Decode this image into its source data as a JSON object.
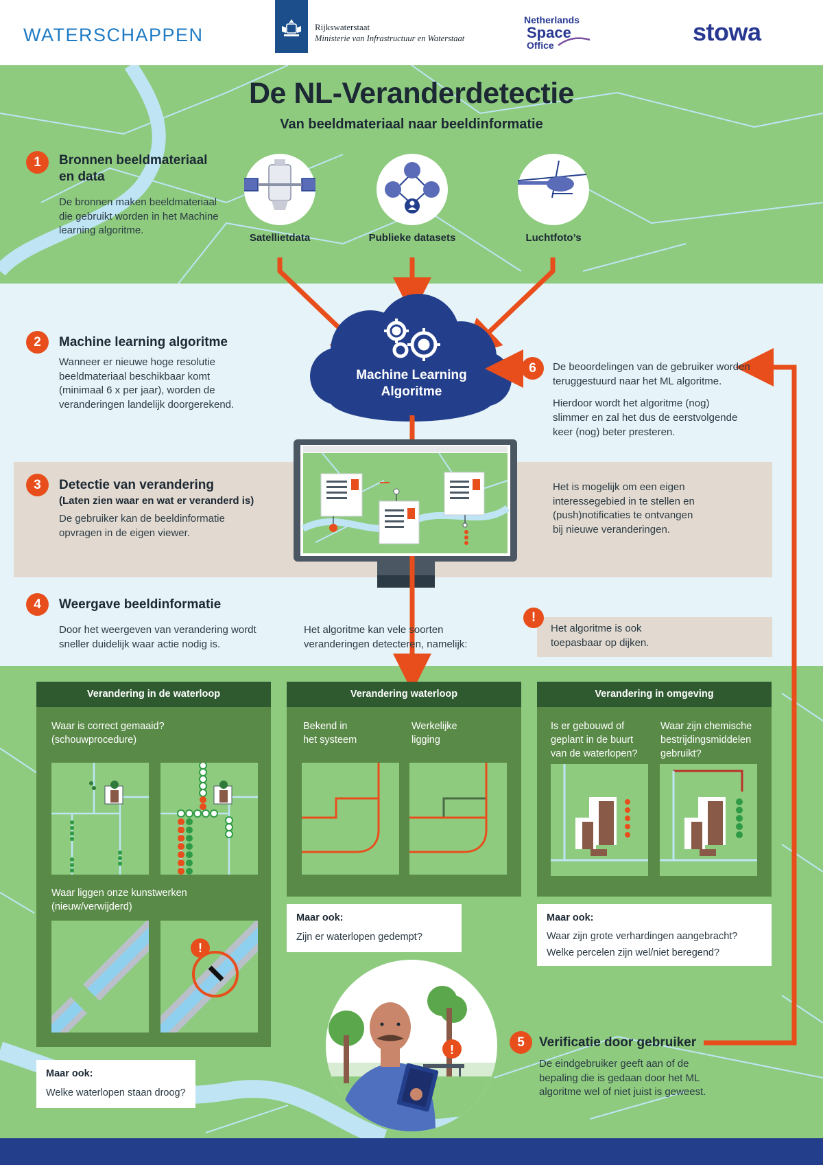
{
  "header": {
    "waterschappen": "WATERSCHAPPEN",
    "rws_line1": "Rijkswaterstaat",
    "rws_line2": "Ministerie van Infrastructuur en Waterstaat",
    "nso_line1": "Netherlands",
    "nso_line2": "Space",
    "nso_line3": "Office",
    "stowa": "stowa"
  },
  "title": "De NL-Veranderdetectie",
  "subtitle": "Van beeldmateriaal naar beeldinformatie",
  "step1": {
    "num": "1",
    "title_l1": "Bronnen beeldmateriaal",
    "title_l2": "en data",
    "text": [
      "De bronnen maken beeldmateriaal",
      "die gebruikt worden in het Machine",
      "learning algoritme."
    ],
    "sources": [
      "Satellietdata",
      "Publieke datasets",
      "Luchtfoto’s"
    ]
  },
  "step2": {
    "num": "2",
    "title": "Machine learning algoritme",
    "text": [
      "Wanneer er nieuwe hoge resolutie",
      "beeldmateriaal beschikbaar komt",
      "(minimaal 6 x per jaar), worden de",
      "veranderingen landelijk doorgerekend."
    ],
    "cloud_l1": "Machine Learning",
    "cloud_l2": "Algoritme"
  },
  "step6": {
    "num": "6",
    "text": [
      "De beoordelingen van de gebruiker worden",
      "teruggestuurd naar het ML algoritme.",
      "",
      "Hierdoor wordt het algoritme (nog)",
      "slimmer en zal het dus de eerstvolgende",
      "keer (nog) beter presteren."
    ]
  },
  "step3": {
    "num": "3",
    "title": "Detectie van verandering",
    "subtitle": "(Laten zien waar en wat er veranderd is)",
    "text": [
      "De gebruiker kan de beeldinformatie",
      "opvragen in de eigen viewer."
    ],
    "right_text": [
      "Het is mogelijk om een eigen",
      "interessegebied in te stellen en",
      "(push)notificaties te ontvangen",
      "bij nieuwe veranderingen."
    ]
  },
  "step4": {
    "num": "4",
    "title": "Weergave beeldinformatie",
    "text": [
      "Door het weergeven van verandering wordt",
      "sneller duidelijk waar actie nodig is."
    ],
    "middle_text": [
      "Het algoritme kan vele soorten",
      "veranderingen detecteren, namelijk:"
    ],
    "warn_icon": "!",
    "warn_text": [
      "Het algoritme is ook",
      "toepasbaar op dijken."
    ]
  },
  "cards": {
    "c1": {
      "title": "Verandering in de waterloop",
      "q1": [
        "Waar is correct gemaaid?",
        "(schouwprocedure)"
      ],
      "q2": [
        "Waar liggen onze kunstwerken",
        "(nieuw/verwijderd)"
      ],
      "note_h": "Maar ook:",
      "note_t": "Welke waterlopen staan droog?"
    },
    "c2": {
      "title": "Verandering waterloop",
      "l1": [
        "Bekend in",
        "het systeem"
      ],
      "l2": [
        "Werkelijke",
        "ligging"
      ],
      "note_h": "Maar ook:",
      "note_t": "Zijn er waterlopen gedempt?"
    },
    "c3": {
      "title": "Verandering in omgeving",
      "l1": [
        "Is er gebouwd of",
        "geplant in de buurt",
        "van de waterlopen?"
      ],
      "l2": [
        "Waar zijn chemische",
        "bestrijdingsmiddelen",
        "gebruikt?"
      ],
      "note_h": "Maar ook:",
      "note_t1": "Waar zijn grote verhardingen aangebracht?",
      "note_t2": "Welke percelen zijn wel/niet beregend?"
    }
  },
  "step5": {
    "num": "5",
    "title": "Verificatie door gebruiker",
    "text": [
      "De eindgebruiker geeft aan of de",
      "bepaling die is gedaan door het ML",
      "algoritme wel of niet juist is geweest."
    ]
  },
  "colors": {
    "orange": "#e84e1b",
    "navy": "#233f8c",
    "green_map": "#8ecb7f",
    "card_green": "#5a8a48",
    "card_header": "#2f5a30",
    "light_blue": "#e6f3f8",
    "beige": "#e2dad0"
  }
}
